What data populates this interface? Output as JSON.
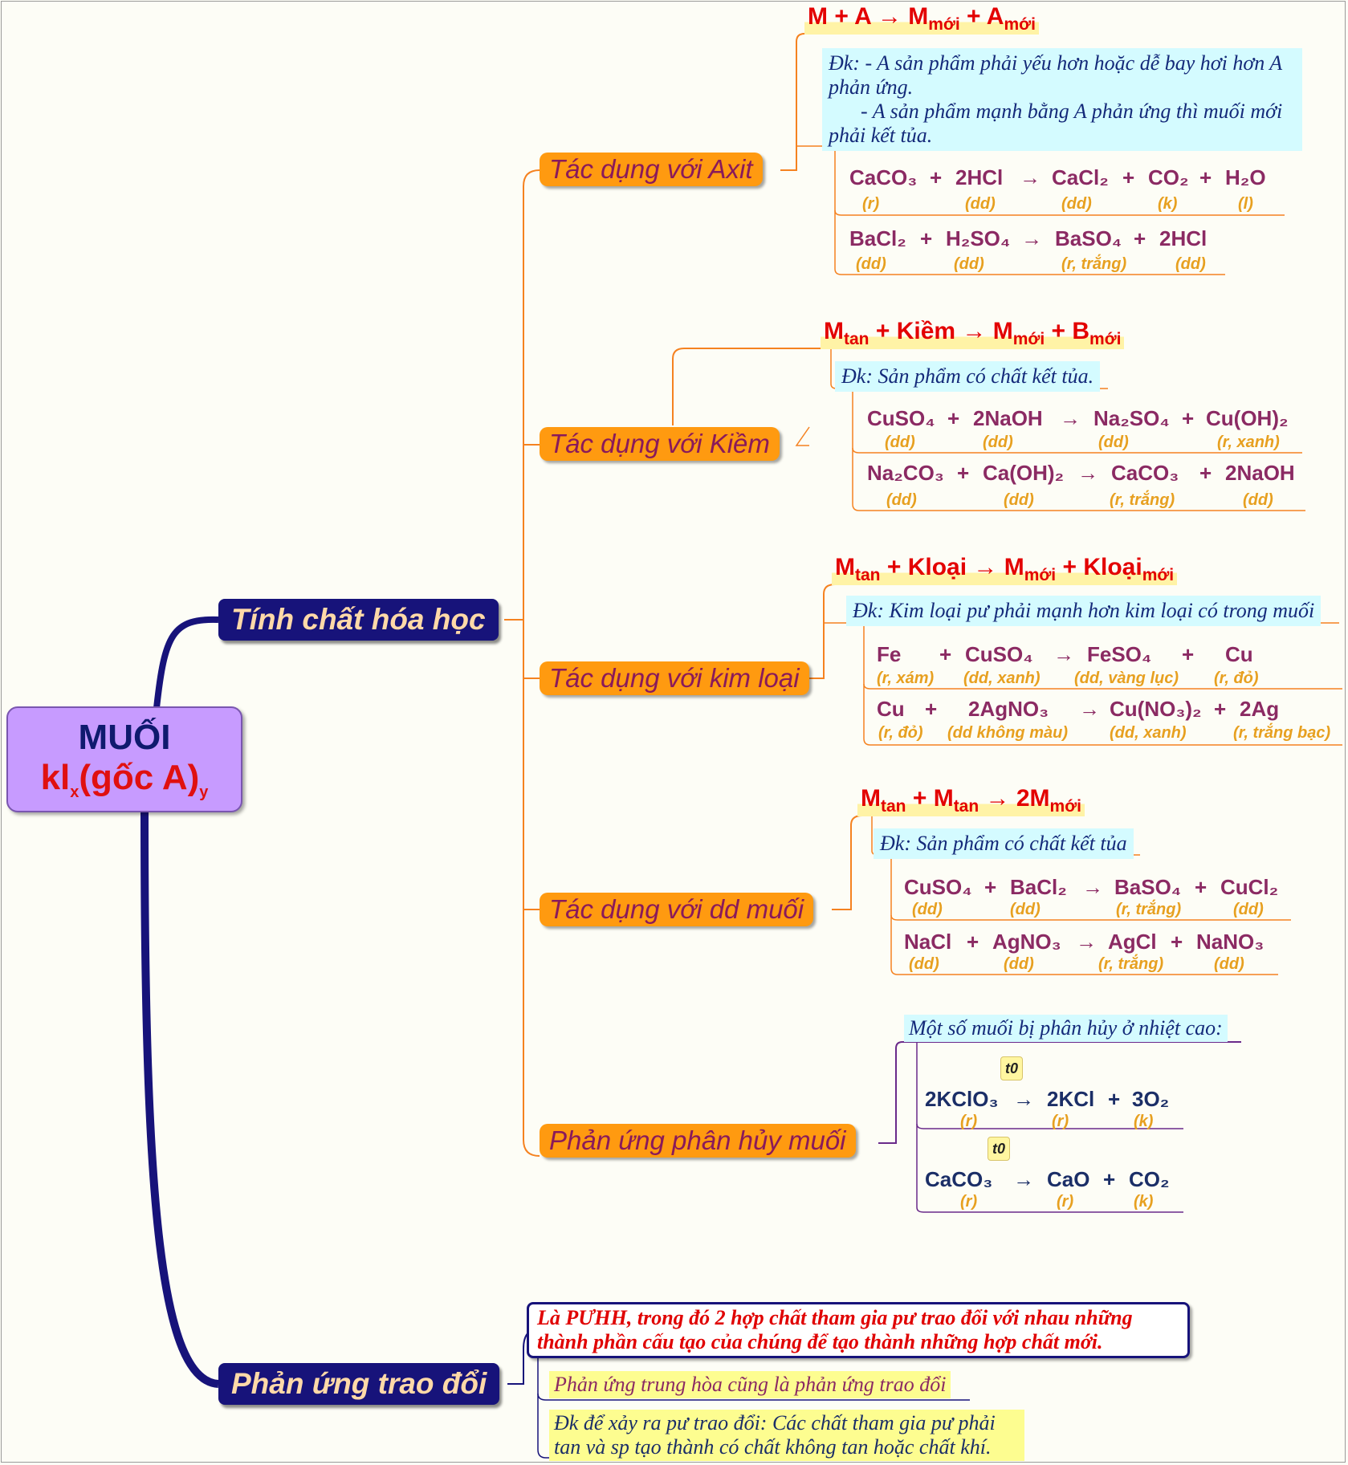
{
  "root": {
    "line1": "MUỐI",
    "kl": "kl",
    "sub_x": "x",
    "mid": "(gốc A)",
    "sub_y": "y"
  },
  "main_branches": {
    "chem": "Tính chất hóa học",
    "exchange": "Phản ứng trao đổi"
  },
  "subs": {
    "acid": "Tác dụng với Axit",
    "base": "Tác dụng với Kiềm",
    "metal": "Tác dụng với kim loại",
    "salt": "Tác dụng với dd muối",
    "decomp": "Phản ứng phân hủy muối"
  },
  "acid": {
    "general": {
      "a": "M  +  A  → M",
      "a_sub": "mới",
      "b": " +  A",
      "b_sub": "mới"
    },
    "cond1": "Đk: - A sản phẩm phải yếu hơn hoặc dễ bay hơi hơn A phản ứng.",
    "cond2": "- A sản phẩm mạnh bằng A phản ứng thì muối mới phải kết tủa.",
    "eq1": [
      "CaCO₃",
      "+",
      "2HCl",
      "→",
      "CaCl₂",
      "+",
      "CO₂",
      "+",
      "H₂O"
    ],
    "st1": [
      "(r)",
      "(dd)",
      "(dd)",
      "(k)",
      "(l)"
    ],
    "eq2": [
      "BaCl₂",
      "+",
      "H₂SO₄",
      "→",
      "BaSO₄",
      "+",
      "2HCl"
    ],
    "st2": [
      "(dd)",
      "(dd)",
      "(r, trắng)",
      "(dd)"
    ]
  },
  "base": {
    "general": {
      "a": "M",
      "a_sub": "tan",
      "b": " +  Kiềm  → M",
      "b_sub": "mới",
      "c": " +  B",
      "c_sub": "mới"
    },
    "cond": "Đk: Sản phẩm có chất kết tủa.",
    "eq1": [
      "CuSO₄",
      "+",
      "2NaOH",
      "→",
      "Na₂SO₄",
      "+",
      "Cu(OH)₂"
    ],
    "st1": [
      "(dd)",
      "(dd)",
      "(dd)",
      "(r, xanh)"
    ],
    "eq2": [
      "Na₂CO₃",
      "+",
      "Ca(OH)₂",
      "→",
      "CaCO₃",
      "+",
      "2NaOH"
    ],
    "st2": [
      "(dd)",
      "(dd)",
      "(r, trắng)",
      "(dd)"
    ]
  },
  "metal": {
    "general": {
      "a": "M",
      "a_sub": "tan",
      "b": " +  Kloại  → M",
      "b_sub": "mới",
      "c": " +  Kloại",
      "c_sub": "mới"
    },
    "cond": "Đk: Kim loại pư phải mạnh hơn kim loại có trong muối",
    "eq1": [
      "Fe",
      "+",
      "CuSO₄",
      "→",
      "FeSO₄",
      "+",
      "Cu"
    ],
    "st1": [
      "(r, xám)",
      "(dd, xanh)",
      "(dd, vàng lục)",
      "(r, đỏ)"
    ],
    "eq2": [
      "Cu",
      "+",
      "2AgNO₃",
      "→",
      "Cu(NO₃)₂",
      "+",
      "2Ag"
    ],
    "st2": [
      "(r, đỏ)",
      "(dd không màu)",
      "(dd, xanh)",
      "(r, trắng bạc)"
    ]
  },
  "salt": {
    "general": {
      "a": "M",
      "a_sub": "tan",
      "b": " +  M",
      "b_sub": "tan",
      "c": "  →  2M",
      "c_sub": "mới"
    },
    "cond": "Đk: Sản phẩm có chất kết tủa",
    "eq1": [
      "CuSO₄",
      "+",
      "BaCl₂",
      "→",
      "BaSO₄",
      "+",
      "CuCl₂"
    ],
    "st1": [
      "(dd)",
      "(dd)",
      "(r, trắng)",
      "(dd)"
    ],
    "eq2": [
      "NaCl",
      "+",
      "AgNO₃",
      "→",
      "AgCl",
      "+",
      "NaNO₃"
    ],
    "st2": [
      "(dd)",
      "(dd)",
      "(r, trắng)",
      "(dd)"
    ]
  },
  "decomp": {
    "title": "Một số muối bị phân hủy ở nhiệt cao:",
    "t0": "t0",
    "eq1": [
      "2KClO₃",
      "→",
      "2KCl",
      "+",
      "3O₂"
    ],
    "st1": [
      "(r)",
      "(r)",
      "(k)"
    ],
    "eq2": [
      "CaCO₃",
      "→",
      "CaO",
      "+",
      "CO₂"
    ],
    "st2": [
      "(r)",
      "(r)",
      "(k)"
    ]
  },
  "exchange": {
    "definition": "Là PƯHH, trong đó 2 hợp chất tham gia pư trao đổi với nhau những thành phần cấu tạo của chúng để tạo thành những hợp chất mới.",
    "note1": "Phản ứng trung hòa cũng là phản ứng trao đổi",
    "note2": "Đk để xảy ra pư trao đổi: Các chất tham gia pư phải tan và sp tạo thành có chất không tan hoặc chất khí."
  },
  "colors": {
    "navy": "#17137a",
    "orange": "#ff9a10",
    "red": "#e30000",
    "cyan": "#d4fbff",
    "purple": "#c79bff"
  }
}
